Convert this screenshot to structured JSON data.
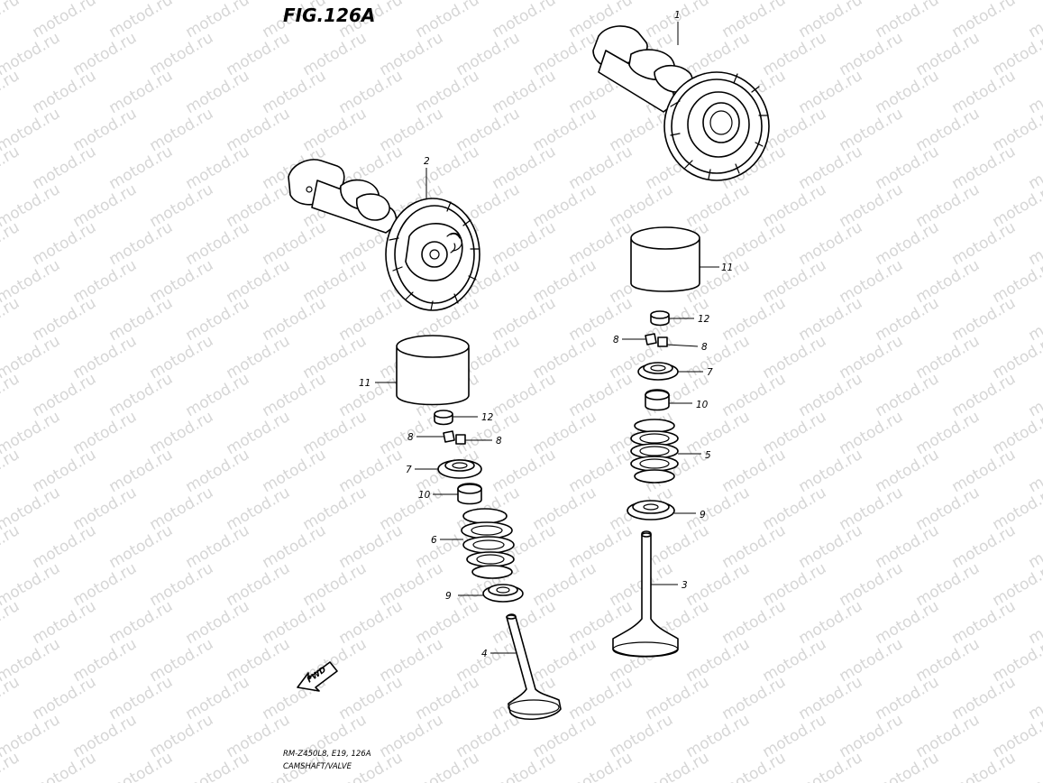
{
  "figure": {
    "title": "FIG.126A",
    "caption_line1": "RM-Z450L8, E19, 126A",
    "caption_line2": "CAMSHAFT/VALVE"
  },
  "watermark": {
    "text": "motod.ru"
  },
  "fwd_label": "FWD",
  "callouts": {
    "c1": "1",
    "c2": "2",
    "c3": "3",
    "c4": "4",
    "c5": "5",
    "c6": "6",
    "c7_left": "7",
    "c7_right": "7",
    "c8_left_a": "8",
    "c8_left_b": "8",
    "c8_right_a": "8",
    "c8_right_b": "8",
    "c9_left": "9",
    "c9_right": "9",
    "c10_left": "10",
    "c10_right": "10",
    "c11_left": "11",
    "c11_right": "11",
    "c12_left": "12",
    "c12_right": "12"
  }
}
